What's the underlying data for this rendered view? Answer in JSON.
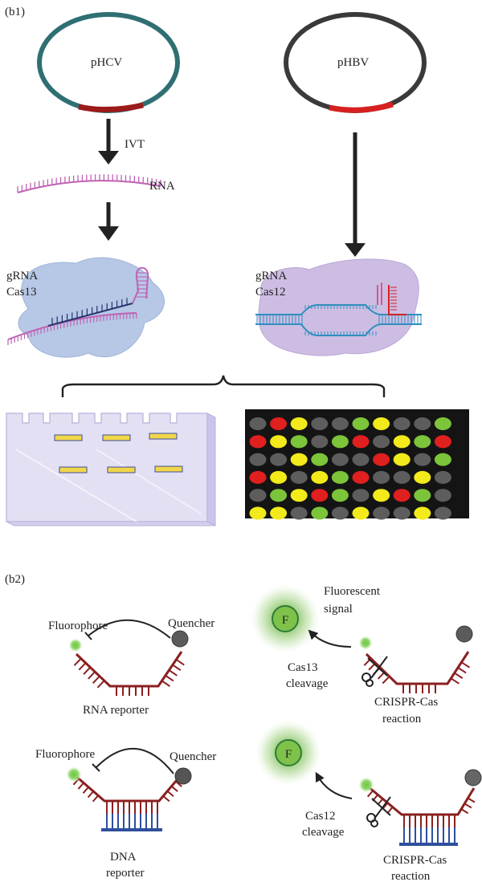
{
  "panel_b1": {
    "label": "(b1)",
    "plasmid_left": "pHCV",
    "plasmid_right": "pHBV",
    "ivt_label": "IVT",
    "rna_label": "RNA",
    "left_complex": {
      "line1": "gRNA",
      "line2": "Cas13"
    },
    "right_complex": {
      "line1": "gRNA",
      "line2": "Cas12"
    }
  },
  "panel_b2": {
    "label": "(b2)",
    "rna_row": {
      "fluorophore": "Fluorophore",
      "quencher": "Quencher",
      "reporter": "RNA reporter",
      "signal_letter": "F",
      "signal_line1": "Fluorescent",
      "signal_line2": "signal",
      "cleavage_line1": "Cas13",
      "cleavage_line2": "cleavage",
      "reaction_line1": "CRISPR-Cas",
      "reaction_line2": "reaction"
    },
    "dna_row": {
      "fluorophore": "Fluorophore",
      "quencher": "Quencher",
      "reporter_line1": "DNA",
      "reporter_line2": "reporter",
      "signal_letter": "F",
      "cleavage_line1": "Cas12",
      "cleavage_line2": "cleavage",
      "reaction_line1": "CRISPR-Cas",
      "reaction_line2": "reaction"
    }
  },
  "colors": {
    "hcv_plasmid": "#2f6f73",
    "hbv_plasmid": "#3a3a3a",
    "insert_dark_red": "#9b1a1a",
    "insert_red": "#d62020",
    "rna_strand": "#c062b4",
    "cas13_blob": "#b6c8e6",
    "cas12_blob": "#cdbde3",
    "gel": "#e3e0f3",
    "gel_band": "#f1d64a",
    "array_bg": "#141414",
    "backbone": "#8b1f1f",
    "fluorophore": "#7ed957",
    "quencher": "#5b5b5b",
    "dna_comp": "#2e4f9e",
    "glow": "#9acb72"
  },
  "microarray": {
    "rows": [
      [
        "gray",
        "red",
        "yellow",
        "gray",
        "gray",
        "green",
        "yellow",
        "gray",
        "gray",
        "green"
      ],
      [
        "red",
        "yellow",
        "green",
        "gray",
        "green",
        "red",
        "gray",
        "yellow",
        "green",
        "red"
      ],
      [
        "gray",
        "gray",
        "yellow",
        "green",
        "gray",
        "gray",
        "red",
        "yellow",
        "gray",
        "green"
      ],
      [
        "red",
        "yellow",
        "gray",
        "yellow",
        "green",
        "red",
        "gray",
        "gray",
        "yellow",
        "gray"
      ],
      [
        "gray",
        "green",
        "yellow",
        "red",
        "green",
        "gray",
        "yellow",
        "red",
        "green",
        "gray"
      ],
      [
        "yellow",
        "yellow",
        "gray",
        "green",
        "gray",
        "yellow",
        "gray",
        "gray",
        "yellow",
        "gray"
      ]
    ],
    "palette": {
      "gray": "#5d5d5d",
      "red": "#e01f1f",
      "yellow": "#f2ea1a",
      "green": "#7cc43a"
    }
  }
}
